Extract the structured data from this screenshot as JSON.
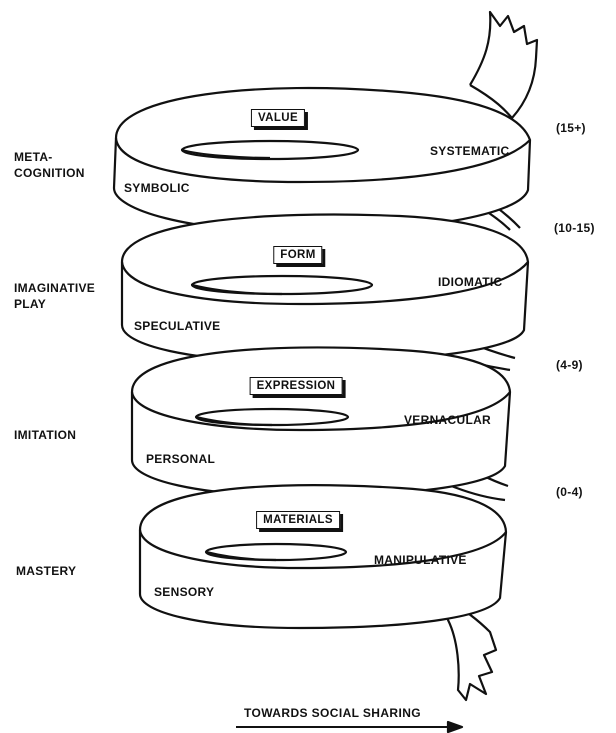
{
  "stages": [
    {
      "age": "(15+)",
      "mode": "META-\nCOGNITION",
      "box": "VALUE",
      "left": "SYMBOLIC",
      "right": "SYSTEMATIC"
    },
    {
      "age": "(10-15)",
      "mode": "IMAGINATIVE\nPLAY",
      "box": "FORM",
      "left": "SPECULATIVE",
      "right": "IDIOMATIC"
    },
    {
      "age": "(4-9)",
      "mode": "IMITATION",
      "box": "EXPRESSION",
      "left": "PERSONAL",
      "right": "VERNACULAR"
    },
    {
      "age": "(0-4)",
      "mode": "MASTERY",
      "box": "MATERIALS",
      "left": "SENSORY",
      "right": "MANIPULATIVE"
    }
  ],
  "axis_label": "TOWARDS SOCIAL SHARING"
}
